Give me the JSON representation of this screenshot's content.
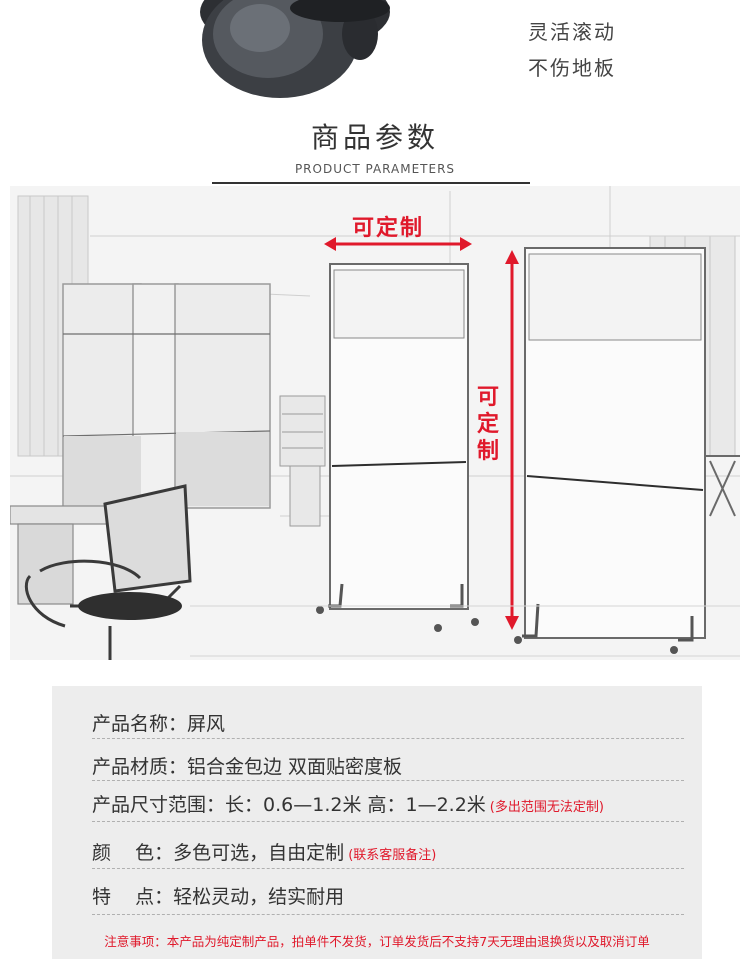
{
  "top": {
    "caption_line1": "灵活滚动",
    "caption_line2": "不伤地板"
  },
  "section": {
    "title": "商品参数",
    "subtitle": "PRODUCT PARAMETERS"
  },
  "illustration": {
    "width_label": "可定制",
    "height_label": "可定制",
    "accent_color": "#e0192b"
  },
  "params": {
    "name_label": "产品名称：",
    "name_value": "屏风",
    "material_label": "产品材质：",
    "material_value": "铝合金包边  双面贴密度板",
    "size_label": "产品尺寸范围：",
    "size_value": "长：0.6—1.2米  高：1—2.2米",
    "size_note": "(多出范围无法定制)",
    "color_label": "颜    色：",
    "color_value": "多色可选，自由定制",
    "color_note": "(联系客服备注)",
    "feature_label": "特    点：",
    "feature_value": "轻松灵动，结实耐用"
  },
  "notice": "注意事项：本产品为纯定制产品，拍单件不发货，订单发货后不支持7天无理由退换货以及取消订单"
}
